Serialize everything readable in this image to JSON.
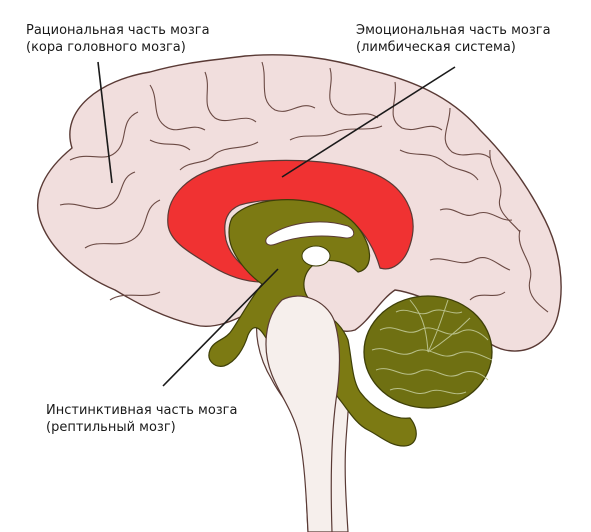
{
  "labels": {
    "cortex": {
      "line1": "Рациональная часть мозга",
      "line2": "(кора головного мозга)"
    },
    "limbic": {
      "line1": "Эмоциональная часть мозга",
      "line2": "(лимбическая система)"
    },
    "reptile": {
      "line1": "Инстинктивная часть мозга",
      "line2": "(рептильный мозг)"
    }
  },
  "colors": {
    "cortex": "#f1dedd",
    "limbic": "#f03232",
    "reptile": "#7c7a13",
    "cerebellum": "#6f7012",
    "outline": "#5a3a35",
    "spinal": "#f6efec"
  }
}
